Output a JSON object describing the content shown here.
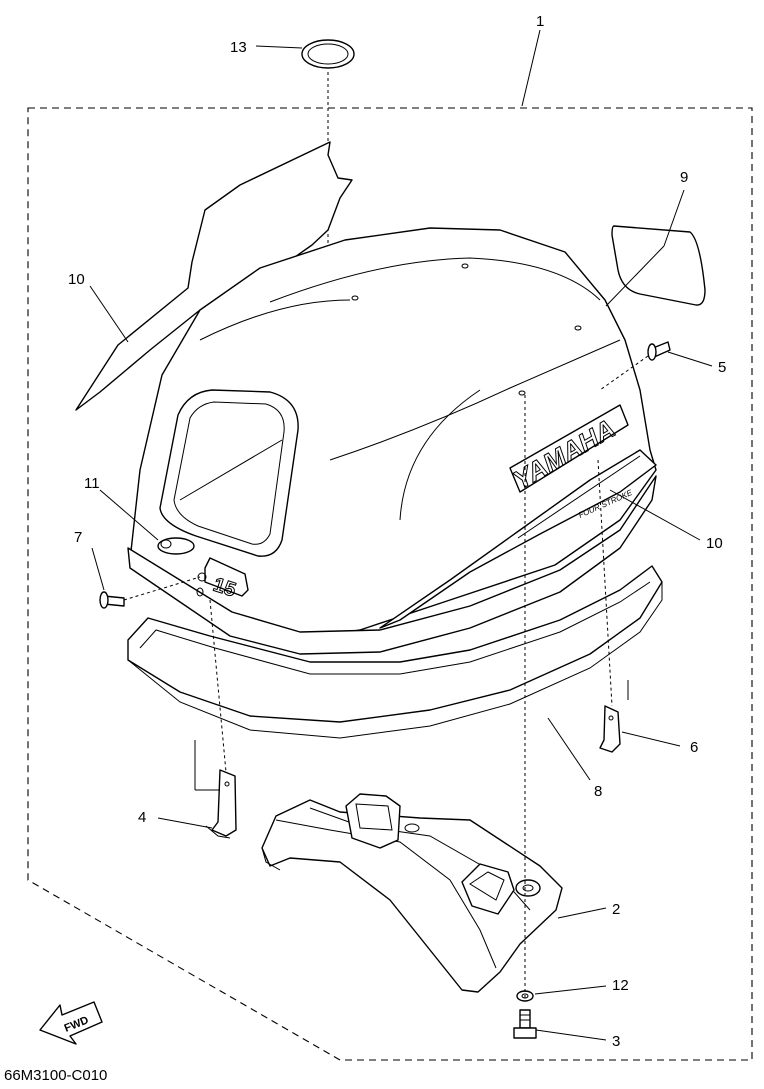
{
  "diagram": {
    "drawing_code": "66M3100-C010",
    "callouts": [
      "1",
      "2",
      "3",
      "4",
      "5",
      "6",
      "7",
      "8",
      "9",
      "10",
      "11",
      "12",
      "13"
    ],
    "decal_text": {
      "brand": "YAMAHA",
      "model": "15",
      "stroke_badge": "FOUR STROKE",
      "direction": "FWD"
    }
  }
}
